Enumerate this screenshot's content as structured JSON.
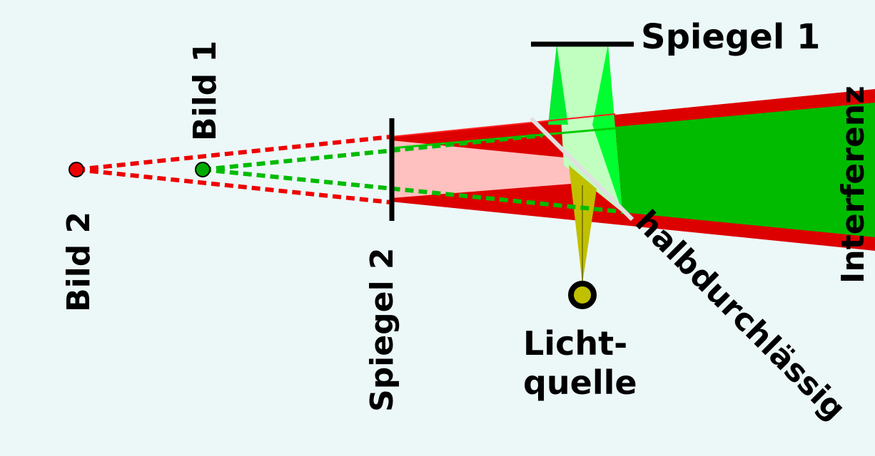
{
  "labels": {
    "spiegel1": "Spiegel 1",
    "spiegel2": "Spiegel 2",
    "bild1": "Bild 1",
    "bild2": "Bild 2",
    "licht_line1": "Licht-",
    "licht_line2": "quelle",
    "halbdurchlaessig": "halbdurchlässig",
    "interferenz": "Interferenz"
  },
  "colors": {
    "background": "#ecf8f8",
    "red_beam": "#dd0000",
    "red_beam_light": "#ffc0c0",
    "green_beam": "#00bb00",
    "green_beam_bright": "#00ff30",
    "green_beam_light": "#c0ffc0",
    "source_yellow": "#c0c000",
    "splitter": "#e0e0e0",
    "mirror": "#000000"
  }
}
